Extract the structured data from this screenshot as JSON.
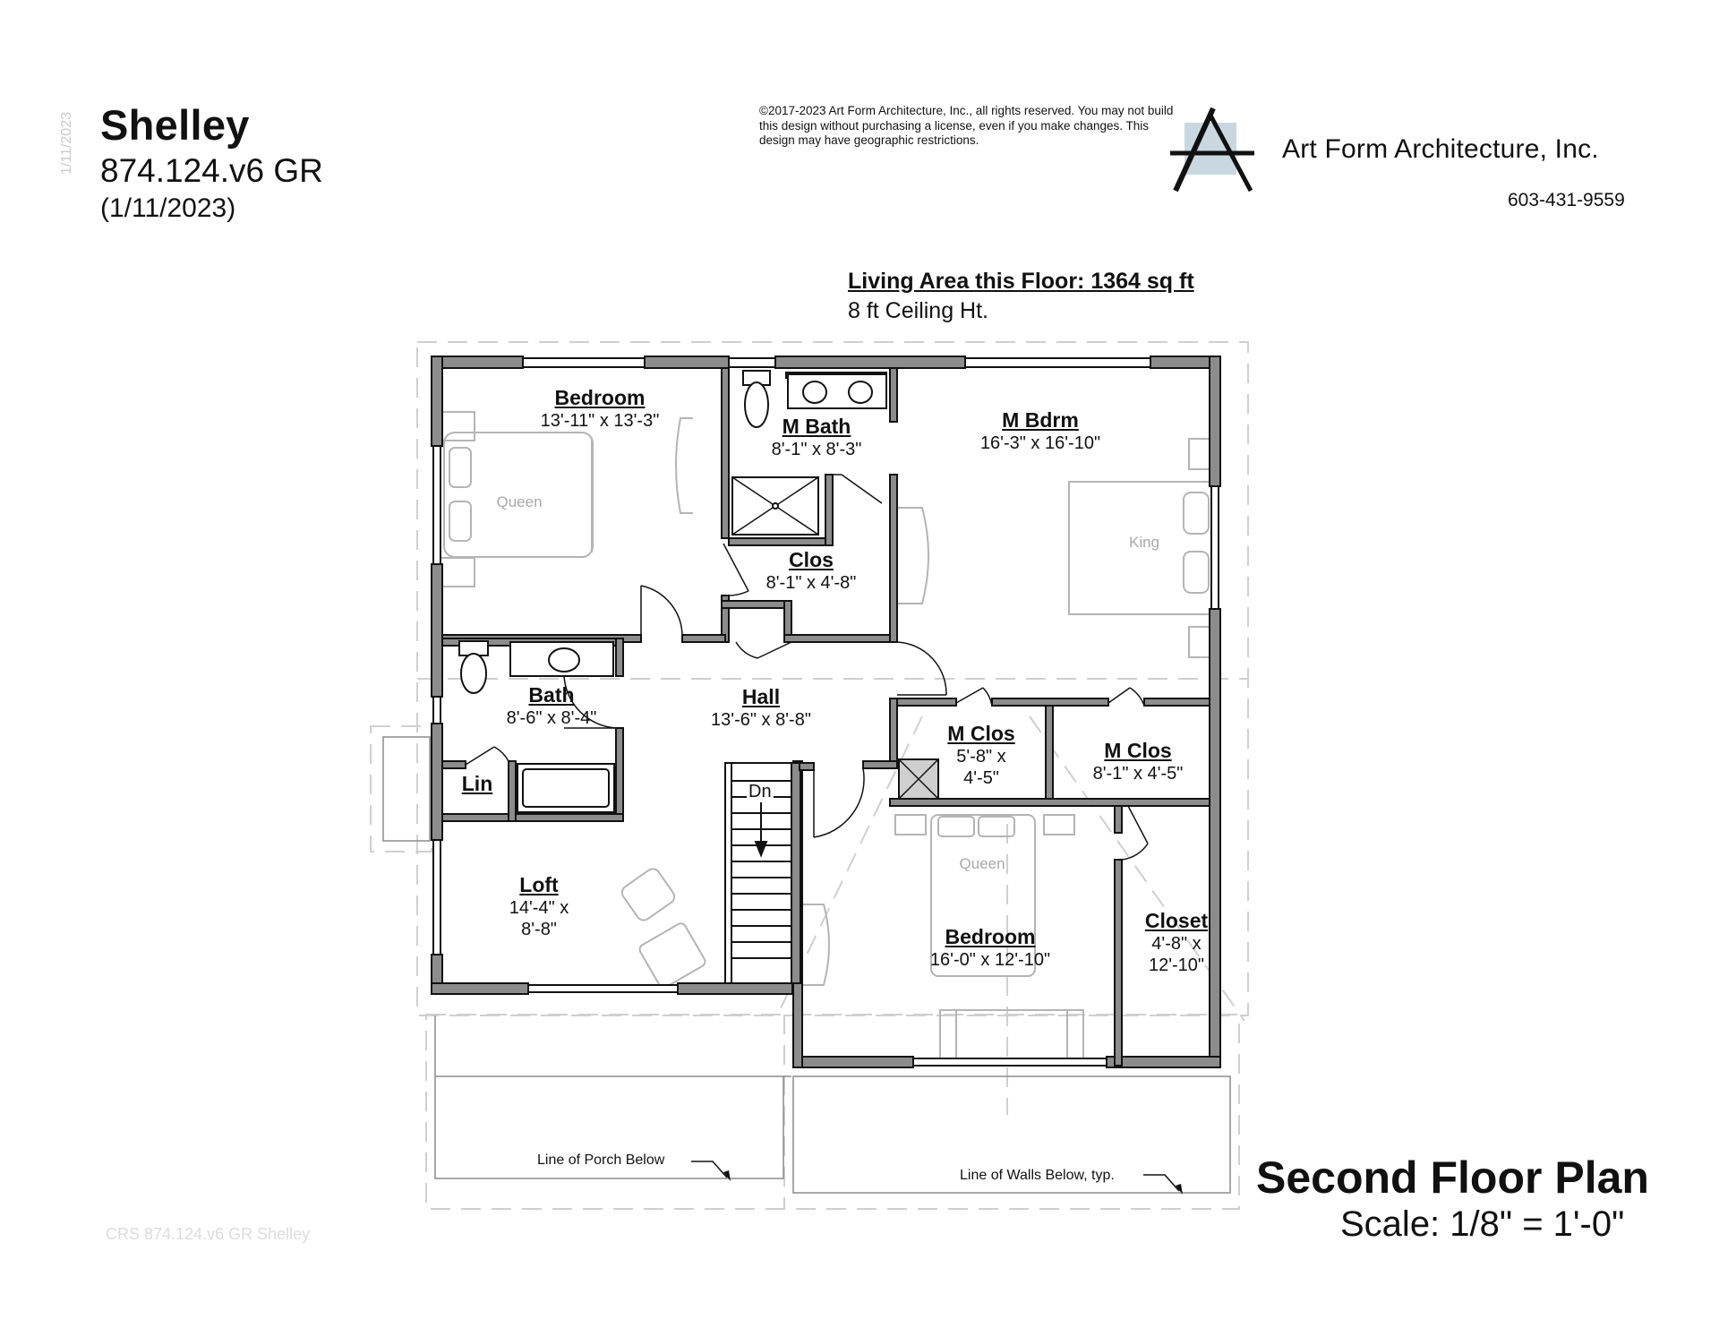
{
  "header": {
    "title": "Shelley",
    "plan_code": "874.124.v6 GR",
    "plan_date": "(1/11/2023)",
    "vertical_date": "1/11/2023"
  },
  "copyright": {
    "text": "©2017-2023 Art Form Architecture, Inc., all rights reserved. You may not build this design without purchasing a license, even if you make changes. This design may have geographic restrictions."
  },
  "company": {
    "name": "Art Form Architecture, Inc.",
    "phone": "603-431-9559",
    "logo_icon": "a-frame-logo-icon",
    "logo_accent": "#c9d8e0"
  },
  "floor_info": {
    "living_area": "Living Area this Floor: 1364 sq ft",
    "ceiling": "8 ft Ceiling Ht."
  },
  "rooms": [
    {
      "name": "Bedroom",
      "dims": [
        "13'-11\" x 13'-3\""
      ]
    },
    {
      "name": "M Bath",
      "dims": [
        "8'-1\" x 8'-3\""
      ]
    },
    {
      "name": "M Bdrm",
      "dims": [
        "16'-3\" x 16'-10\""
      ]
    },
    {
      "name": "Clos",
      "dims": [
        "8'-1\" x 4'-8\""
      ]
    },
    {
      "name": "Bath",
      "dims": [
        "8'-6\" x 8'-4\""
      ]
    },
    {
      "name": "Hall",
      "dims": [
        "13'-6\" x 8'-8\""
      ]
    },
    {
      "name": "M Clos",
      "dims": [
        "5'-8\" x",
        "4'-5\""
      ]
    },
    {
      "name": "M Clos",
      "dims": [
        "8'-1\" x 4'-5\""
      ]
    },
    {
      "name": "Lin",
      "dims": []
    },
    {
      "name": "Loft",
      "dims": [
        "14'-4\" x",
        "8'-8\""
      ]
    },
    {
      "name": "Bedroom",
      "dims": [
        "16'-0\" x 12'-10\""
      ]
    },
    {
      "name": "Closet",
      "dims": [
        "4'-8\" x",
        "12'-10\""
      ]
    }
  ],
  "furniture": {
    "bed_1": "Queen",
    "bed_master": "King",
    "bed_2": "Queen",
    "stairs": "Dn"
  },
  "notes": {
    "porch": "Line of Porch Below",
    "walls": "Line of Walls Below, typ."
  },
  "footer": {
    "plan_name": "Second Floor Plan",
    "scale": "Scale: 1/8\" = 1'-0\"",
    "watermark": "CRS 874.124.v6 GR Shelley"
  },
  "colors": {
    "wall_fill": "#8c8c8c",
    "wall_edge": "#111111",
    "furniture": "#b4b4b4",
    "dashed": "#cfcfcf"
  }
}
